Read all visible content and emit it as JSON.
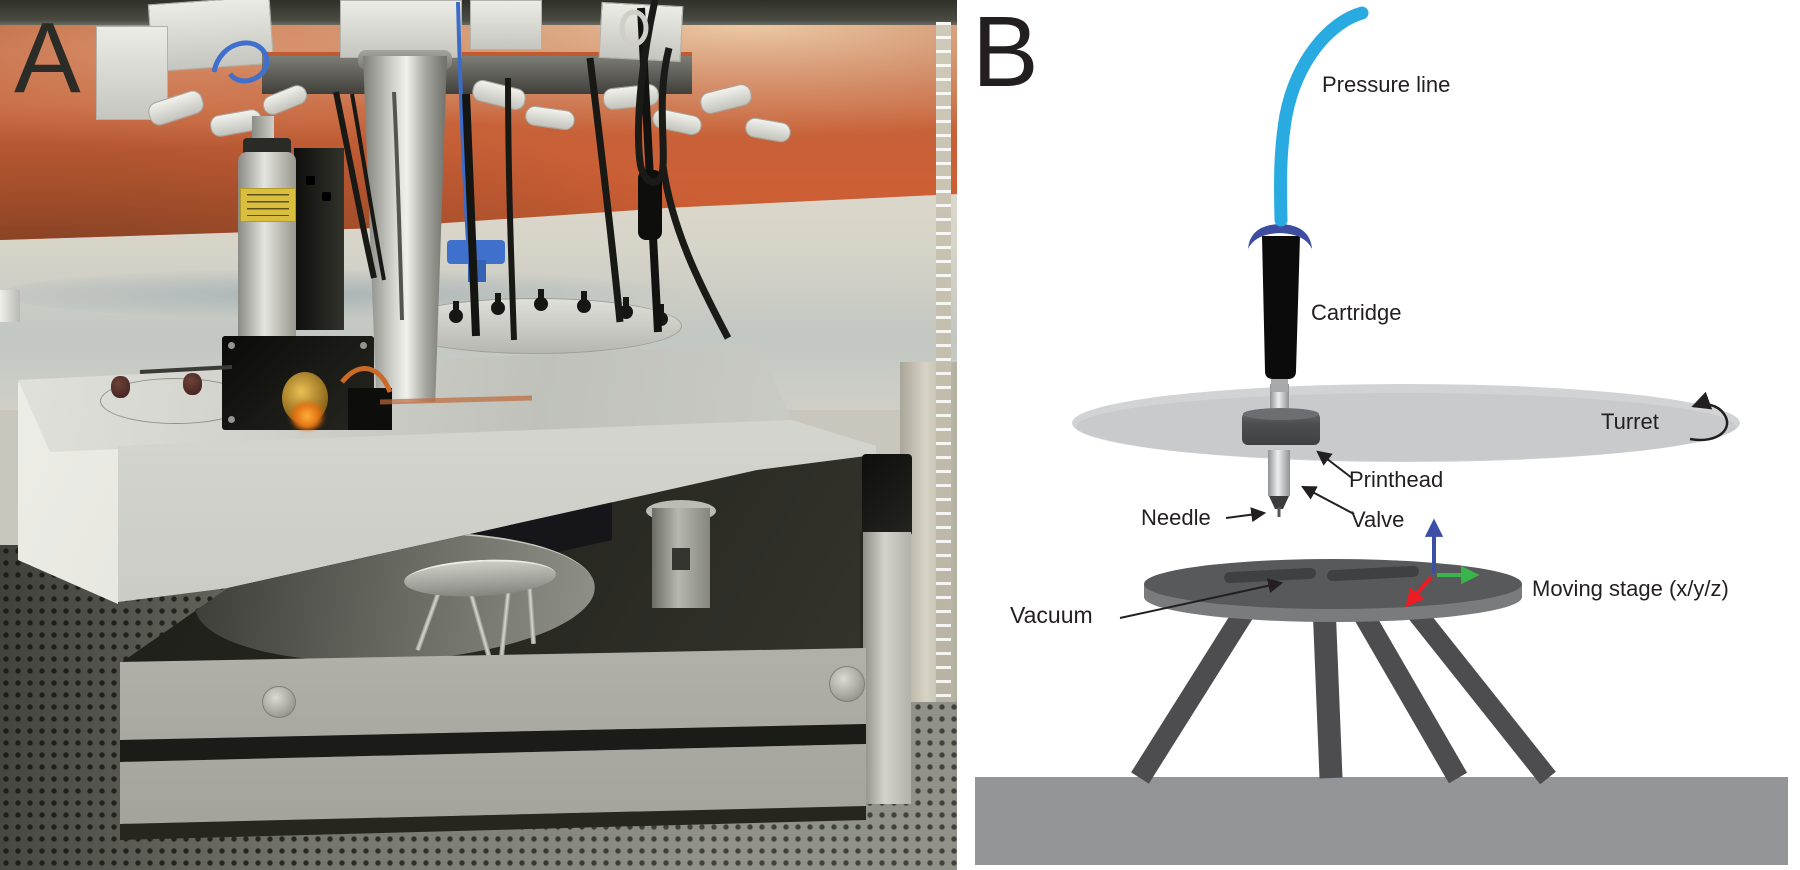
{
  "figure": {
    "panels": {
      "a": {
        "letter": "A"
      },
      "b": {
        "letter": "B",
        "labels": {
          "pressure_line": "Pressure line",
          "cartridge": "Cartridge",
          "turret": "Turret",
          "printhead": "Printhead",
          "needle": "Needle",
          "valve": "Valve",
          "vacuum": "Vacuum",
          "moving_stage": "Moving stage (x/y/z)"
        },
        "colors": {
          "pressure_line_tube": "#29abe2",
          "cartridge_cap": "#3d4da0",
          "cartridge_body": "#0b0b0c",
          "turret_disc": "#d1d3d4",
          "printhead": "#4d4e50",
          "valve_body": "#9b9da0",
          "stage_top": "#58595b",
          "stage_rim": "#7a7b7d",
          "stage_legs": "#4d4d4f",
          "base": "#939598",
          "axis_x_red": "#ed1c24",
          "axis_y_green": "#39b54a",
          "axis_z_blue": "#3a4fa5",
          "annotation_text": "#231f20"
        }
      }
    }
  }
}
